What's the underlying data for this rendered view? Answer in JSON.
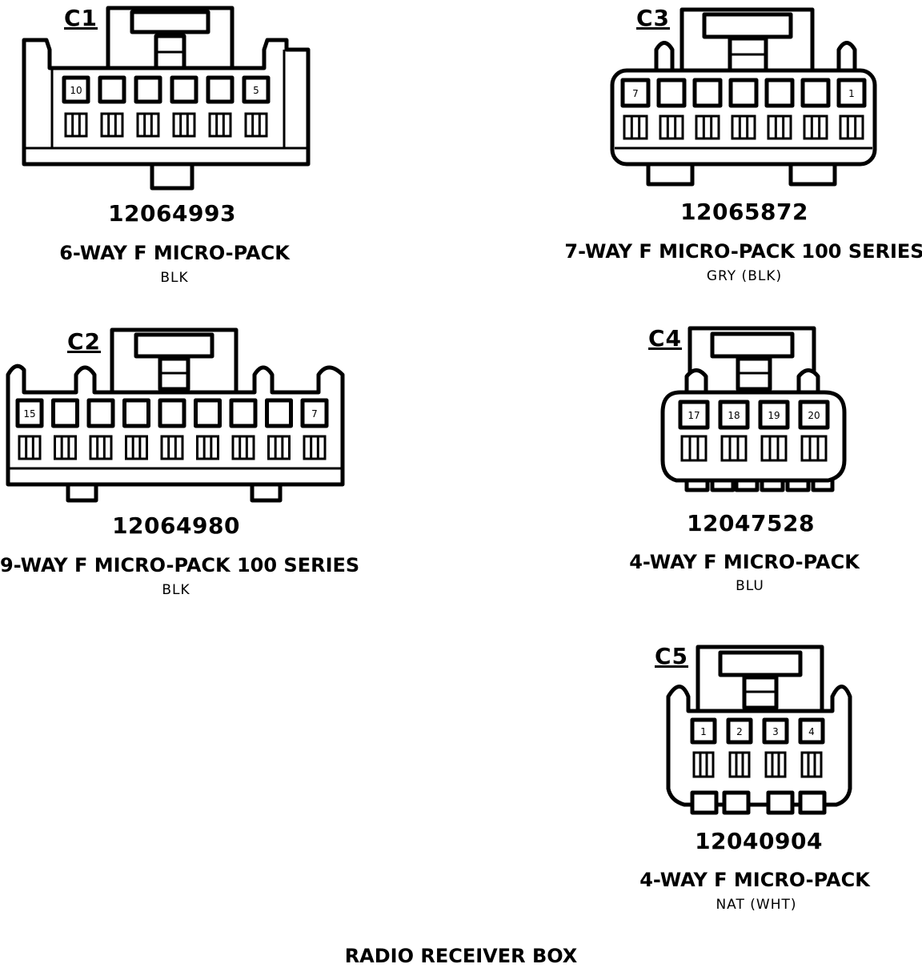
{
  "connectors": [
    {
      "id": "C1",
      "part_number": "12064993",
      "description": "6-WAY F MICRO-PACK",
      "color": "BLK",
      "pin_labels": {
        "left": "10",
        "right": "5"
      }
    },
    {
      "id": "C3",
      "part_number": "12065872",
      "description": "7-WAY F MICRO-PACK 100 SERIES",
      "color": "GRY (BLK)",
      "pin_labels": {
        "left": "7",
        "right": "1"
      }
    },
    {
      "id": "C2",
      "part_number": "12064980",
      "description": "9-WAY F MICRO-PACK 100 SERIES",
      "color": "BLK",
      "pin_labels": {
        "left": "15",
        "right": "7"
      }
    },
    {
      "id": "C4",
      "part_number": "12047528",
      "description": "4-WAY F MICRO-PACK",
      "color": "BLU",
      "pin_labels": {
        "p1": "17",
        "p2": "18",
        "p3": "19",
        "p4": "20"
      }
    },
    {
      "id": "C5",
      "part_number": "12040904",
      "description": "4-WAY F MICRO-PACK",
      "color": "NAT (WHT)",
      "pin_labels": {
        "p1": "1",
        "p2": "2",
        "p3": "3",
        "p4": "4"
      }
    }
  ],
  "caption": "RADIO RECEIVER BOX"
}
